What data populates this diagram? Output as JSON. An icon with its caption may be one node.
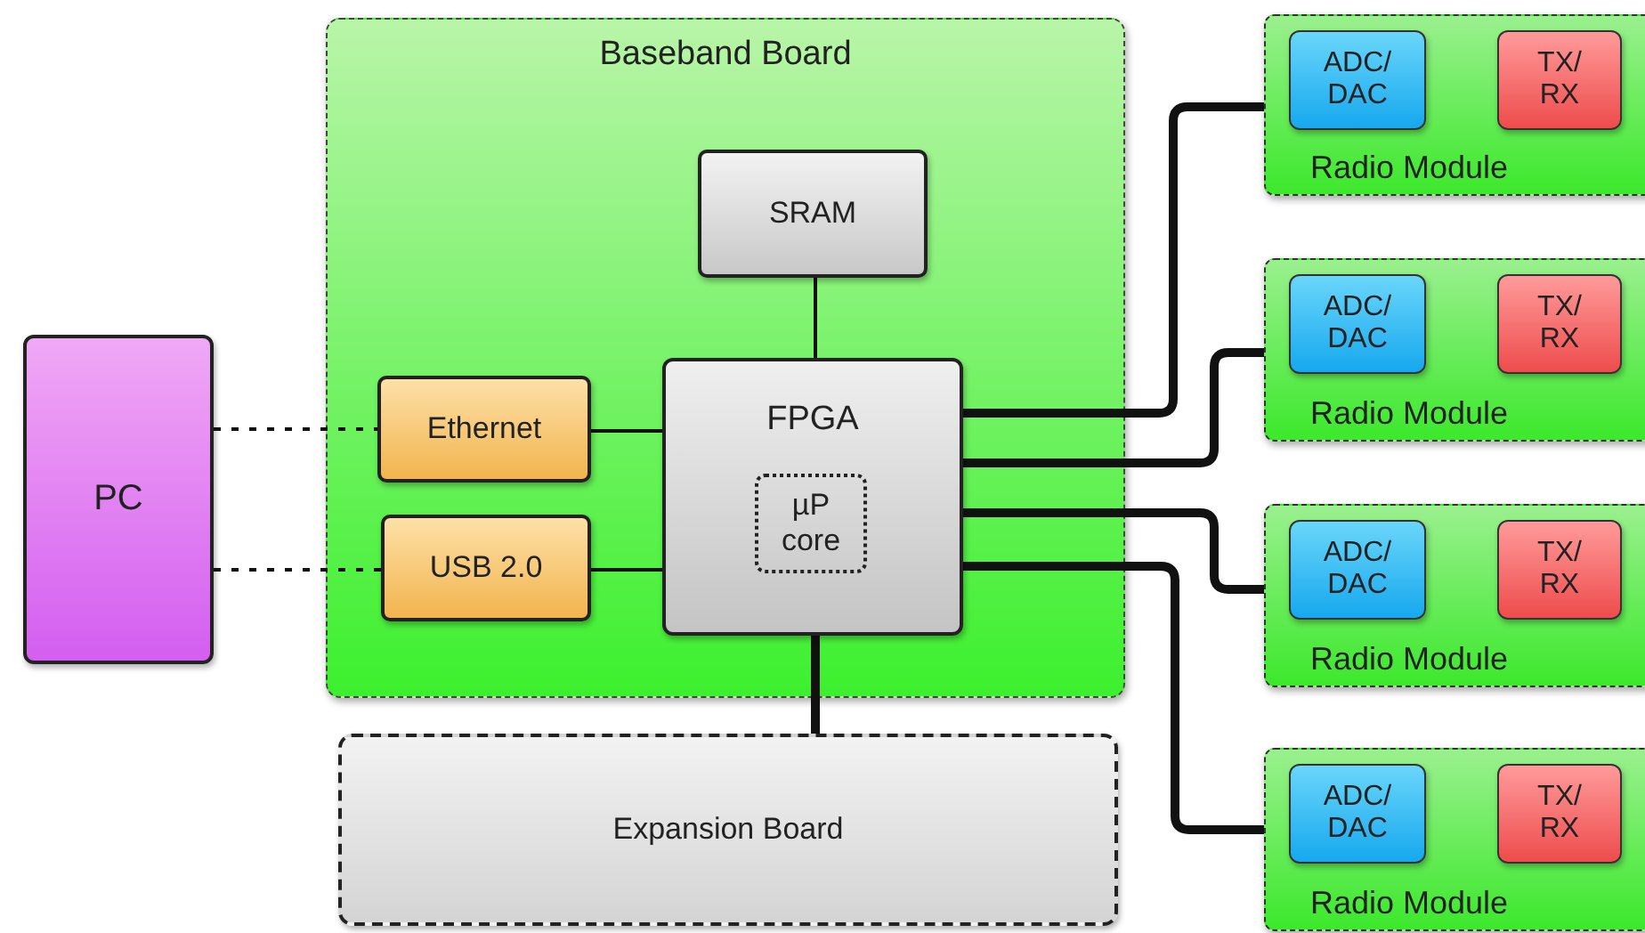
{
  "diagram": {
    "nodes": [
      {
        "text": [
          "PC"
        ]
      },
      {
        "text": [
          "Baseband Board"
        ]
      },
      {
        "text": [
          "SRAM"
        ],
        "in": 1
      },
      {
        "text": [
          "Ethernet"
        ],
        "in": 1
      },
      {
        "text": [
          "USB 2.0"
        ],
        "in": 1
      },
      {
        "text": [
          "FPGA"
        ],
        "in": 1
      },
      {
        "text": [
          "µP core"
        ],
        "in": 5
      },
      {
        "text": [
          "Expansion Board"
        ]
      },
      {
        "text": [
          "Radio Module"
        ]
      },
      {
        "text": [
          "ADC/ DAC"
        ],
        "in": 8
      },
      {
        "text": [
          "TX/ RX"
        ],
        "in": 8
      },
      {
        "text": [
          "Radio Module"
        ]
      },
      {
        "text": [
          "ADC/ DAC"
        ],
        "in": 11
      },
      {
        "text": [
          "TX/ RX"
        ],
        "in": 11
      },
      {
        "text": [
          "Radio Module"
        ]
      },
      {
        "text": [
          "ADC/ DAC"
        ],
        "in": 14
      },
      {
        "text": [
          "TX/ RX"
        ],
        "in": 14
      },
      {
        "text": [
          "Radio Module"
        ]
      },
      {
        "text": [
          "ADC/ DAC"
        ],
        "in": 17
      },
      {
        "text": [
          "TX/ RX"
        ],
        "in": 17
      }
    ],
    "edges": [
      {
        "from": 0,
        "to": 3,
        "arrow": "none",
        "style": "dashed"
      },
      {
        "from": 0,
        "to": 4,
        "arrow": "none",
        "style": "dashed"
      },
      {
        "from": 3,
        "to": 5,
        "arrow": "none"
      },
      {
        "from": 4,
        "to": 5,
        "arrow": "none"
      },
      {
        "from": 2,
        "to": 5,
        "arrow": "none"
      },
      {
        "from": 5,
        "to": 7,
        "arrow": "none",
        "style": "thick"
      },
      {
        "from": 5,
        "to": 8,
        "arrow": "none",
        "style": "thick"
      },
      {
        "from": 5,
        "to": 11,
        "arrow": "none",
        "style": "thick"
      },
      {
        "from": 5,
        "to": 14,
        "arrow": "none",
        "style": "thick"
      },
      {
        "from": 5,
        "to": 17,
        "arrow": "none",
        "style": "thick"
      }
    ]
  }
}
